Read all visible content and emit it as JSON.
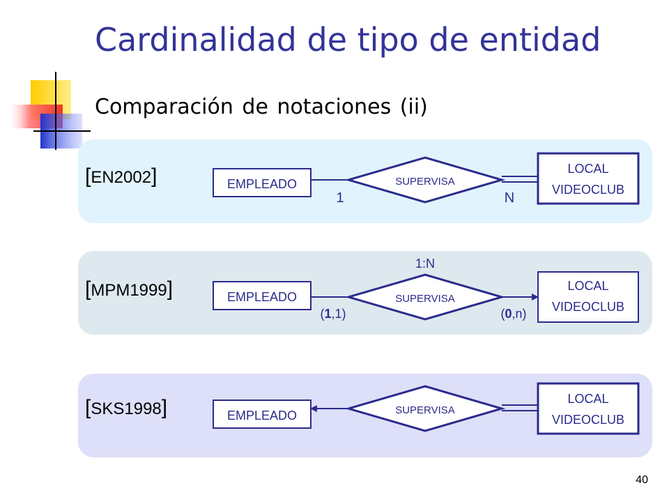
{
  "slide": {
    "title": "Cardinalidad de tipo de entidad",
    "subtitle": "Comparación de notaciones (ii)",
    "page_number": "40"
  },
  "colors": {
    "title": "#333399",
    "border": "#2b2b8c",
    "panel_1": "#e1f3fc",
    "panel_2": "#dde9ee",
    "panel_3": "#dedff8"
  },
  "notations": [
    {
      "reference": "EN2002",
      "entity_left": "EMPLEADO",
      "relationship": "SUPERVISA",
      "entity_right_line1": "LOCAL",
      "entity_right_line2": "VIDEOCLUB",
      "label_left": "1",
      "label_right": "N"
    },
    {
      "reference": "MPM1999",
      "entity_left": "EMPLEADO",
      "relationship": "SUPERVISA",
      "entity_right_line1": "LOCAL",
      "entity_right_line2": "VIDEOCLUB",
      "label_top": "1:N",
      "label_left": {
        "open": "(",
        "bold": "1",
        "rest": ",1)"
      },
      "label_right": {
        "open": "(",
        "bold": "0",
        "rest": ",n)"
      }
    },
    {
      "reference": "SKS1998",
      "entity_left": "EMPLEADO",
      "relationship": "SUPERVISA",
      "entity_right_line1": "LOCAL",
      "entity_right_line2": "VIDEOCLUB"
    }
  ]
}
